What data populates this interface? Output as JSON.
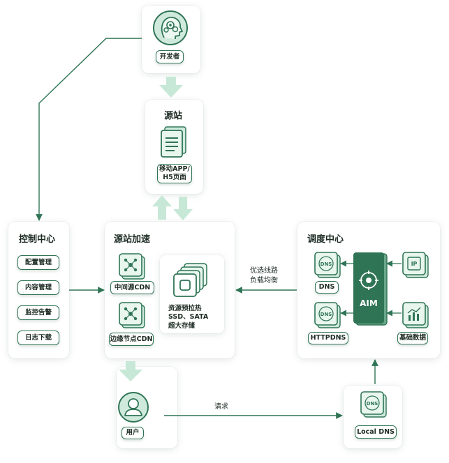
{
  "developer": {
    "label": "开发者"
  },
  "origin_site": {
    "title": "源站",
    "page_label": "移动APP/\nH5页面"
  },
  "control_center": {
    "title": "控制中心",
    "items": [
      "配置管理",
      "内容管理",
      "监控告警",
      "日志下载"
    ]
  },
  "acceleration": {
    "title": "源站加速",
    "middle_cdn": "中间源CDN",
    "edge_cdn": "边缘节点CDN",
    "storage": "资源预拉热\nSSD、SATA\n超大存储"
  },
  "scheduling": {
    "title": "调度中心",
    "dns": "DNS",
    "httpdns": "HTTPDNS",
    "aim": "AIM",
    "base_data": "基础数据",
    "ip_icon_text": "IP",
    "dns_icon_text": "DNS"
  },
  "edges": {
    "route": "优选线路\n负载均衡",
    "request": "请求"
  },
  "user": {
    "label": "用户"
  },
  "local_dns": {
    "label": "Local DNS",
    "icon_text": "DNS"
  },
  "colors": {
    "accent": "#2f7455",
    "light": "#cfeadc",
    "arrow_fill": "#c7e8d6"
  }
}
